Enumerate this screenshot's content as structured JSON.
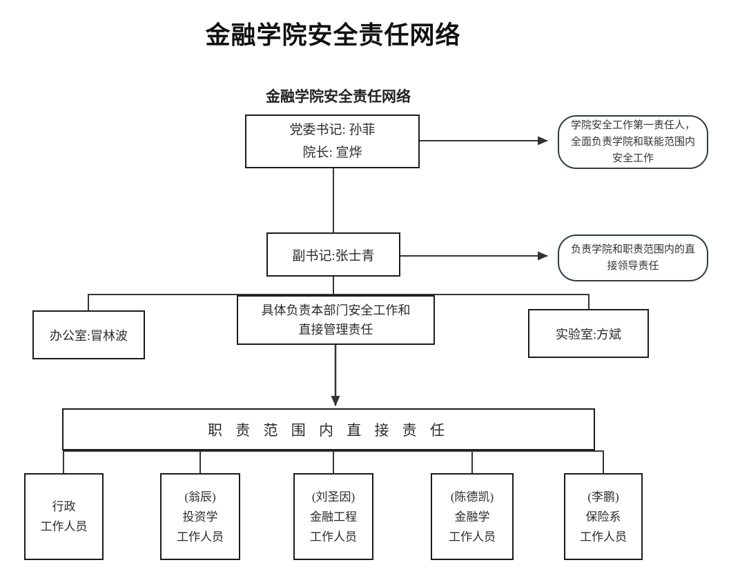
{
  "page": {
    "title": "金融学院安全责任网络"
  },
  "diagram": {
    "subtitle": "金融学院安全责任网络",
    "nodes": {
      "leadership": "党委书记: 孙菲\n院长: 宣烨",
      "leadership_note": "学院安全工作第一责任人，\n全面负责学院和联能范围内\n安全工作",
      "vice_secretary": "副书记:张士青",
      "vice_note": "负责学院和职责范围内的直\n接领导责任",
      "office": "办公室:冒林波",
      "duty_center": "具体负责本部门安全工作和\n直接管理责任",
      "lab": "实验室:方斌",
      "direct_duty_bar": "职 责 范 围 内 直 接 责 任",
      "staff": [
        {
          "label": "行政\n工作人员"
        },
        {
          "label": "(翁辰)\n投资学\n工作人员"
        },
        {
          "label": "(刘圣因)\n金融工程\n工作人员"
        },
        {
          "label": "(陈德凯)\n金融学\n工作人员"
        },
        {
          "label": "(李鹏)\n保险系\n工作人员"
        }
      ]
    },
    "colors": {
      "line": "#333333",
      "box_border": "#1a1a1a",
      "note_border": "#2e3a44",
      "background": "#ffffff"
    }
  }
}
